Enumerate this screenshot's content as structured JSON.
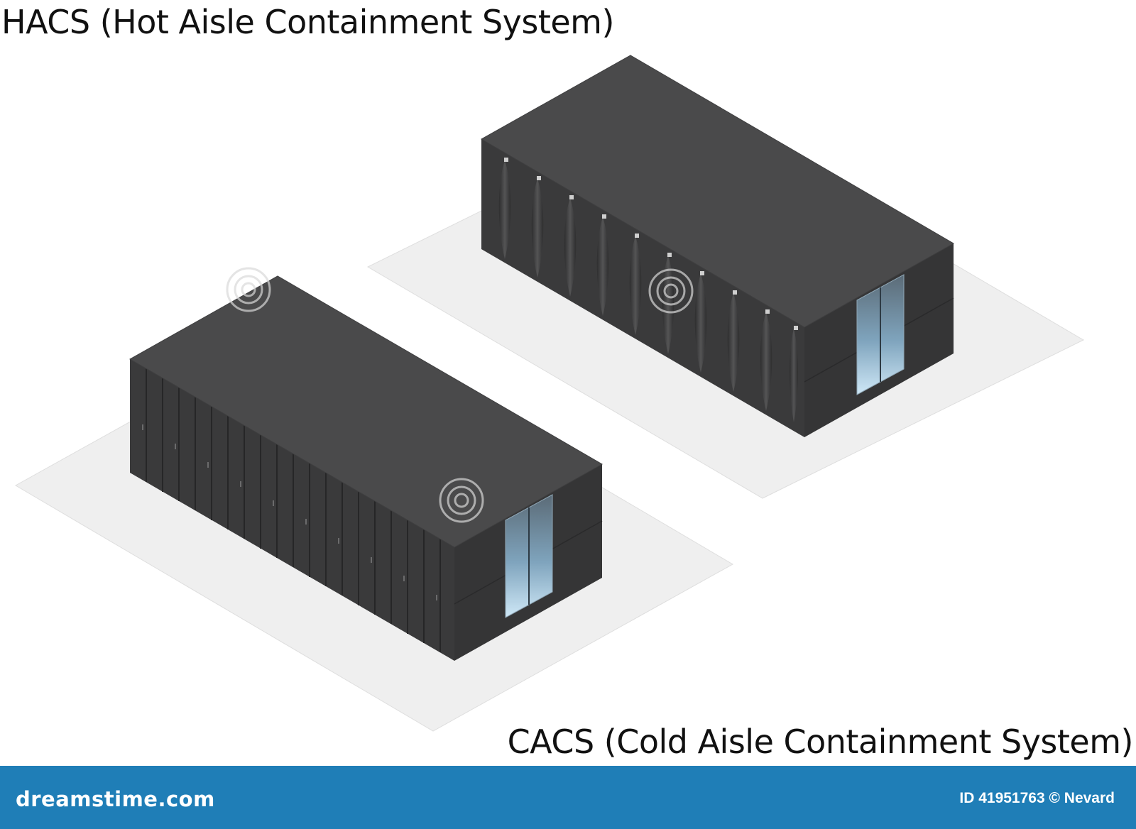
{
  "hacs_title": "HACS (Hot Aisle Containment System)",
  "cacs_title": "CACS (Cold Aisle Containment System)",
  "footer": {
    "logo": "dreamstime.com",
    "credit": "ID 41951763 © Nevard",
    "color": "#1f7eb7"
  },
  "watermark": "dreamstime",
  "colors": {
    "pad": "#efefef",
    "roof": "#4a4a4b",
    "cabinet_front": "#3b3b3c",
    "cabinet_side": "#353536",
    "glass_door": "#a9d4ef"
  }
}
